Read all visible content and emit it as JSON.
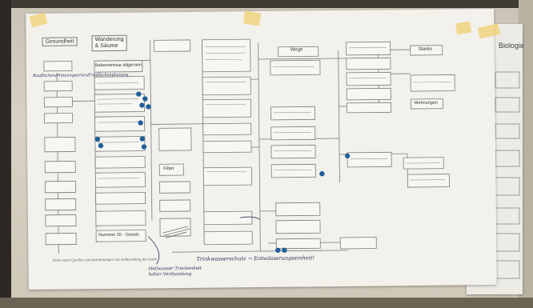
{
  "poster": {
    "category_label": "Gesundheit",
    "topic_label": "Wanderung & Säume",
    "general_node": "Bekenntnisse allgemein",
    "filter_node": "Filter",
    "node_year": "Nummer 20 - Gesetz",
    "top_node": "Wege",
    "right_node_a": "Starke",
    "right_node_b": "Wohnungen",
    "hand_top": "Bauflächen/Nutzungsarten/Freiflächenplanung",
    "hand_bottom_a": "Trinkwasserschutz → Entwässerungseinheit!",
    "hand_bottom_b": "Heilwasser Trockenheit hoher Verdunstung",
    "footer_note": "Siehe auch Quellen und Anmerkungen zur Aufbereitung der Karte"
  },
  "side_poster": {
    "title": "Biologie"
  },
  "colors": {
    "paper": "#f3f1ec",
    "wall": "#cfc8b9",
    "dot": "#1f5f9a",
    "tape": "#f0d278"
  }
}
